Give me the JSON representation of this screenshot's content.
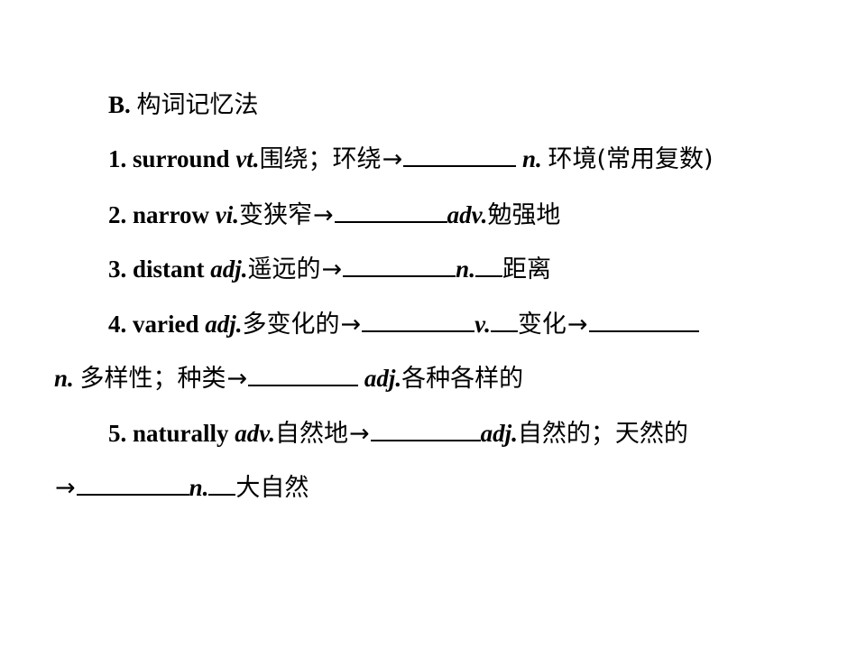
{
  "heading": {
    "label": "B.",
    "text": "构词记忆法"
  },
  "items": [
    {
      "num": "1.",
      "word": "surround",
      "pos": "vt.",
      "meaning": "围绕；环绕",
      "arrow": "→",
      "blank": "",
      "target_pos": "n.",
      "target_meaning": "环境(常用复数)"
    },
    {
      "num": "2.",
      "word": "narrow",
      "pos": "vi.",
      "meaning": "变狭窄",
      "arrow": "→",
      "blank": "",
      "target_pos": "adv.",
      "target_meaning": "勉强地"
    },
    {
      "num": "3.",
      "word": "distant",
      "pos": "adj.",
      "meaning": "遥远的",
      "arrow": "→",
      "blank": "",
      "target_pos": "n.",
      "target_meaning": "距离"
    },
    {
      "num": "4.",
      "word": "varied",
      "pos": "adj.",
      "meaning": "多变化的",
      "arrow": "→",
      "blank": "",
      "target_pos": "v.",
      "target_meaning": "变化",
      "arrow2": "→",
      "blank2": "",
      "target2_pos": "n.",
      "target2_meaning": "多样性；种类",
      "arrow3": "→",
      "blank3": "",
      "target3_pos": "adj.",
      "target3_meaning": "各种各样的"
    },
    {
      "num": "5.",
      "word": "naturally",
      "pos": "adv.",
      "meaning": "自然地",
      "arrow": "→",
      "blank": "",
      "target_pos": "adj.",
      "target_meaning": "自然的；天然的",
      "arrow2": "→",
      "blank2": "",
      "target2_pos": "n.",
      "target2_meaning": "大自然"
    }
  ]
}
